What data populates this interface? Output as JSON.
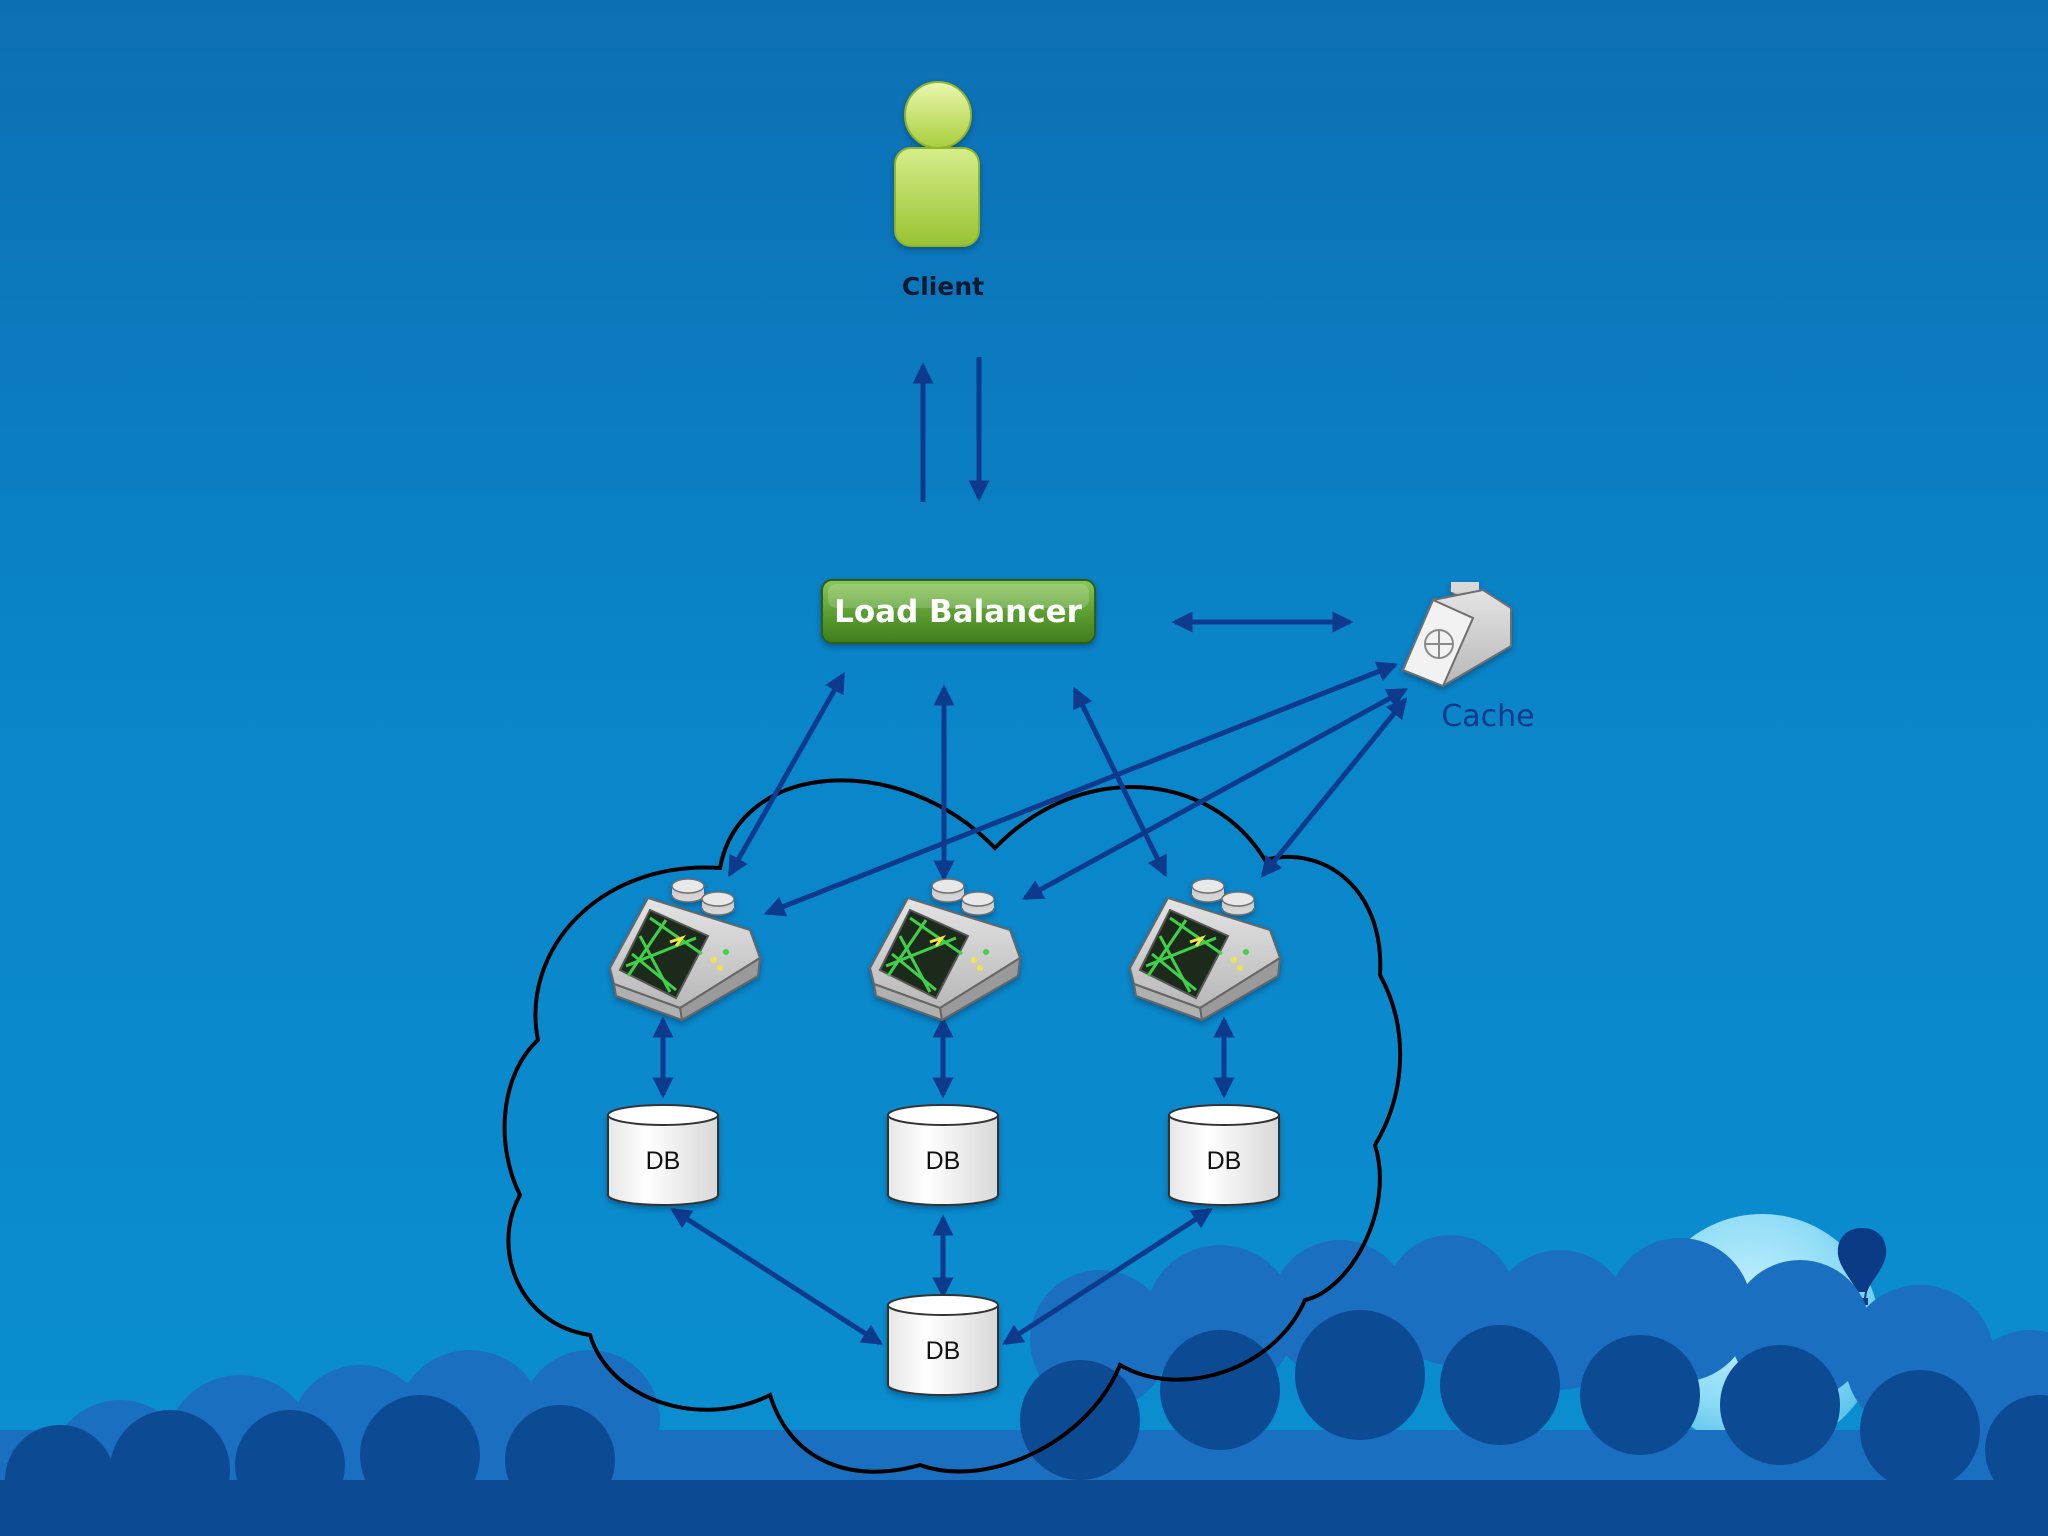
{
  "nodes": {
    "client": {
      "label": "Client",
      "icon": "person-icon"
    },
    "load_balancer": {
      "label": "Load Balancer"
    },
    "cache": {
      "label": "Cache",
      "icon": "cache-device-icon"
    },
    "servers": [
      {
        "icon": "server-icon"
      },
      {
        "icon": "server-icon"
      },
      {
        "icon": "server-icon"
      }
    ],
    "databases": [
      {
        "label": "DB"
      },
      {
        "label": "DB"
      },
      {
        "label": "DB"
      },
      {
        "label": "DB"
      }
    ]
  },
  "colors": {
    "background_top": "#0d6fb3",
    "background_bottom": "#0a8fd0",
    "arrow": "#0d3a8c",
    "cache_label": "#0d3a8c",
    "load_balancer_fill": "#5a9e32",
    "client_fill": "#b9d962"
  }
}
